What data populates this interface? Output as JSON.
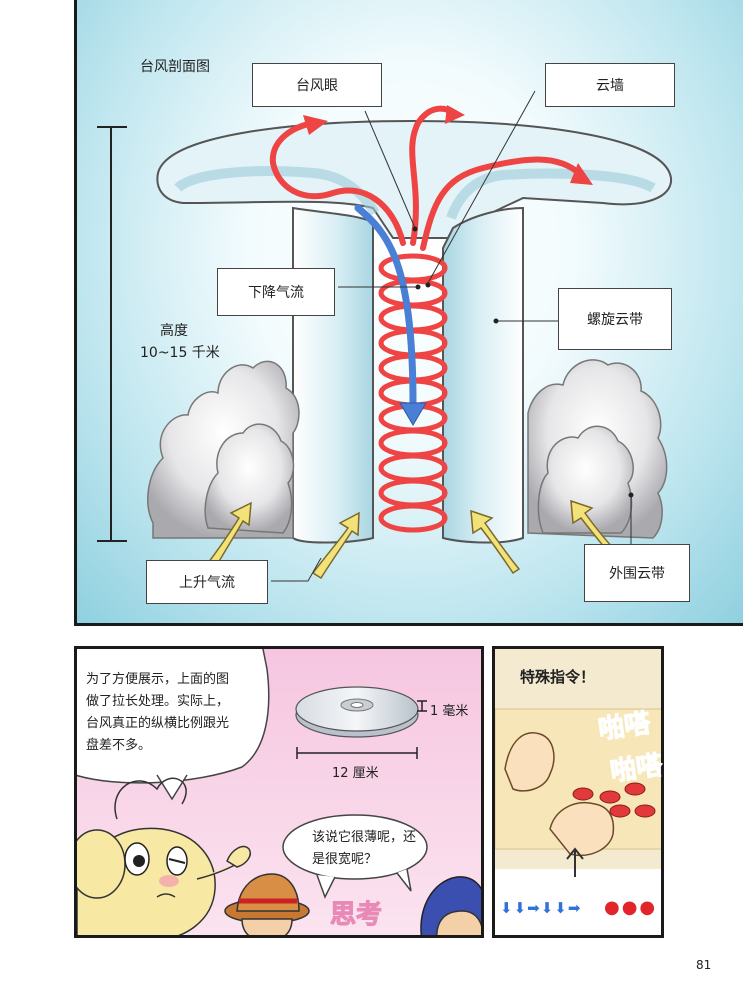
{
  "diagram": {
    "title": "台风剖面图",
    "labels": {
      "eye": "台风眼",
      "wall": "云墙",
      "downdraft": "下降气流",
      "spiral_band": "螺旋云带",
      "updraft": "上升气流",
      "outer_band": "外围云带"
    },
    "height_label": "高度",
    "height_value": "10~15 千米"
  },
  "comic": {
    "narration": [
      "为了方便展示，上面的图",
      "做了拉长处理。实际上，",
      "台风真正的纵横比例跟光",
      "盘差不多。"
    ],
    "disc_thickness": "1 毫米",
    "disc_width": "12 厘米",
    "speech": [
      "该说它很薄呢，还",
      "是很宽呢？"
    ],
    "think_sfx": "思考"
  },
  "side_panel": {
    "title": "特殊指令！",
    "sfx_1": "啪嗒",
    "sfx_2": "啪嗒",
    "command_arrows": "⬇⬇➡⬇⬇➡",
    "command_dots": "●●●"
  },
  "page_number": "81",
  "colors": {
    "sky": "#8fd0df",
    "red_arrow": "#ee4444",
    "blue_arrow": "#4a7fd6",
    "yellow_arrow": "#f3e27a"
  }
}
